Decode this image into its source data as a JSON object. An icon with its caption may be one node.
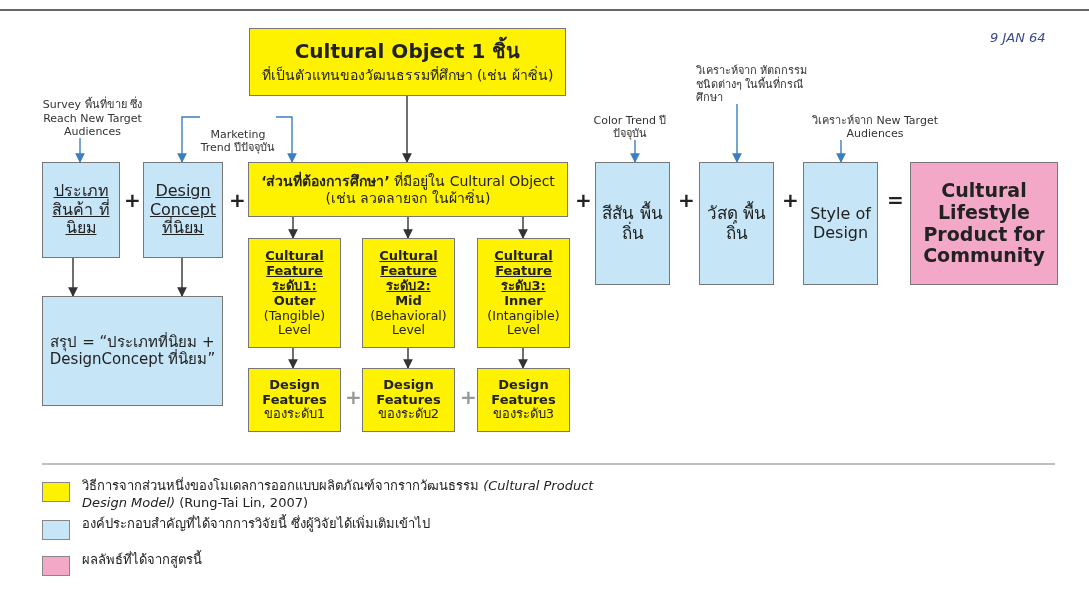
{
  "diagram": {
    "nodes": [
      {
        "text": [
          "Cultural Object 1 ชิ้น",
          "ที่เป็นตัวแทนของวัฒนธรรมที่ศึกษา (เช่น ผ้าซิ่น)"
        ]
      },
      {
        "text": [
          "Survey พื้นที่ขาย ซึ่ง Reach New Target Audiences"
        ]
      },
      {
        "text": [
          "Marketing Trend ปีปัจจุบัน"
        ]
      },
      {
        "text": [
          "ประเภท สินค้า ที่นิยม"
        ]
      },
      {
        "text": [
          "Design Concept ที่นิยม"
        ]
      },
      {
        "text": [
          "**‘ส่วนที่ต้องการศึกษา’** ที่มีอยู่ใน Cultural Object",
          "(เช่น ลวดลายจก ในผ้าซิ่น)"
        ]
      },
      {
        "text": [
          "Color Trend ปีปัจจุบัน"
        ]
      },
      {
        "text": [
          "วิเคราะห์จาก หัตถกรรม ชนิดต่างๆ ในพื้นที่กรณีศึกษา"
        ]
      },
      {
        "text": [
          "วิเคราะห์จาก New Target Audiences"
        ]
      },
      {
        "text": [
          "สีสัน พื้นถิ่น"
        ]
      },
      {
        "text": [
          "วัสดุ พื้นถิ่น"
        ]
      },
      {
        "text": [
          "Style of Design"
        ]
      },
      {
        "text": [
          "Cultural Lifestyle Product for Community"
        ]
      },
      {
        "text": [
          "สรุป = “ประเภทที่นิยม + DesignConcept ที่นิยม”"
        ]
      },
      {
        "text": [
          "Cultural Feature ระดับ1:",
          "Outer",
          "(Tangible) Level"
        ]
      },
      {
        "text": [
          "Cultural Feature ระดับ2:",
          "Mid",
          "(Behavioral) Level"
        ]
      },
      {
        "text": [
          "Cultural Feature ระดับ3:",
          "Inner",
          "(Intangible) Level"
        ]
      },
      {
        "text": [
          "Design Features",
          "ของระดับ1"
        ]
      },
      {
        "text": [
          "Design Features",
          "ของระดับ2"
        ]
      },
      {
        "text": [
          "Design Features",
          "ของระดับ3"
        ]
      }
    ],
    "edges": [
      {
        "from": 0,
        "to": 5,
        "arrow": "to"
      },
      {
        "from": 1,
        "to": 3,
        "arrow": "to",
        "color": "#3a7fc0"
      },
      {
        "from": 2,
        "to": 4,
        "arrow": "to",
        "color": "#3a7fc0"
      },
      {
        "from": 2,
        "to": 5,
        "arrow": "to",
        "color": "#3a7fc0"
      },
      {
        "from": 6,
        "to": 9,
        "arrow": "to",
        "color": "#3a7fc0"
      },
      {
        "from": 7,
        "to": 10,
        "arrow": "to",
        "color": "#3a7fc0"
      },
      {
        "from": 8,
        "to": 11,
        "arrow": "to",
        "color": "#3a7fc0"
      },
      {
        "from": 3,
        "to": 13,
        "arrow": "to"
      },
      {
        "from": 4,
        "to": 13,
        "arrow": "to"
      },
      {
        "from": 5,
        "to": 14,
        "arrow": "to"
      },
      {
        "from": 5,
        "to": 15,
        "arrow": "to"
      },
      {
        "from": 5,
        "to": 16,
        "arrow": "to"
      },
      {
        "from": 14,
        "to": 17,
        "arrow": "to"
      },
      {
        "from": 15,
        "to": 18,
        "arrow": "to"
      },
      {
        "from": 16,
        "to": 19,
        "arrow": "to"
      }
    ],
    "labels": [
      "9 JAN 64",
      "+",
      "+",
      "+",
      "+",
      "+",
      "=",
      "+",
      "+"
    ],
    "legend": [
      {
        "text": "วิธีการจากส่วนหนึ่งของโมเดลการออกแบบผลิตภัณฑ์จากรากวัฒนธรรม *(Cultural Product Design Model)* (Rung-Tai Lin, 2007)",
        "color": "#fff200"
      },
      {
        "text": "องค์ประกอบสำคัญที่ได้จากการวิจัยนี้ ซึ่งผู้วิจัยได้เพิ่มเติมเข้าไป",
        "color": "#c6e6f7"
      },
      {
        "text": "ผลลัพธ์ที่ได้จากสูตรนี้",
        "color": "#f4a8c8"
      }
    ]
  }
}
